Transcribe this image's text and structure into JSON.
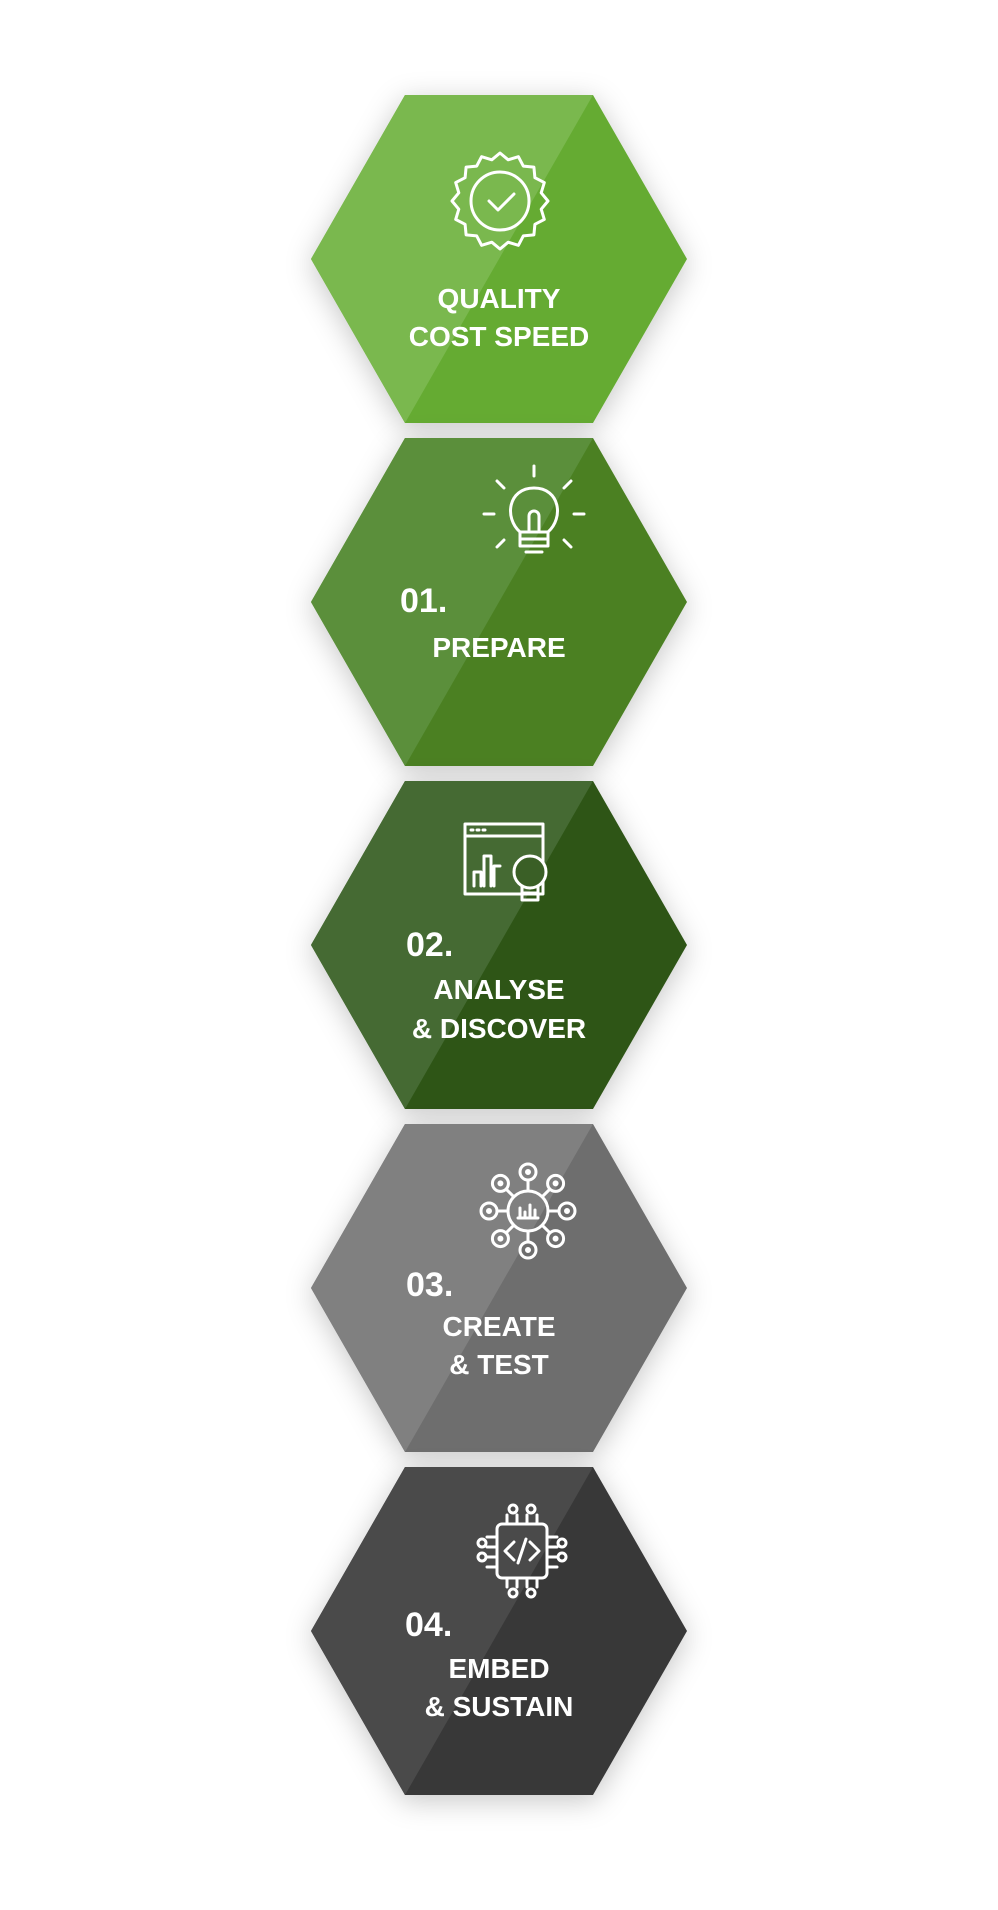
{
  "hexagons": [
    {
      "number": "",
      "lines": [
        "QUALITY",
        "COST SPEED"
      ],
      "icon": "badge-check-icon",
      "colors": {
        "light": "#7ab84e",
        "dark": "#65ab32"
      }
    },
    {
      "number": "01.",
      "lines": [
        "PREPARE"
      ],
      "icon": "lightbulb-icon",
      "colors": {
        "light": "#5b8f3b",
        "dark": "#4b8024"
      }
    },
    {
      "number": "02.",
      "lines": [
        "ANALYSE",
        "& DISCOVER"
      ],
      "icon": "analytics-dashboard-icon",
      "colors": {
        "light": "#456a33",
        "dark": "#2f5519"
      }
    },
    {
      "number": "03.",
      "lines": [
        "CREATE",
        "& TEST"
      ],
      "icon": "network-chart-icon",
      "colors": {
        "light": "#808080",
        "dark": "#6e6e6e"
      }
    },
    {
      "number": "04.",
      "lines": [
        "EMBED",
        "& SUSTAIN"
      ],
      "icon": "chip-code-icon",
      "colors": {
        "light": "#4a4a4a",
        "dark": "#373737"
      }
    }
  ]
}
